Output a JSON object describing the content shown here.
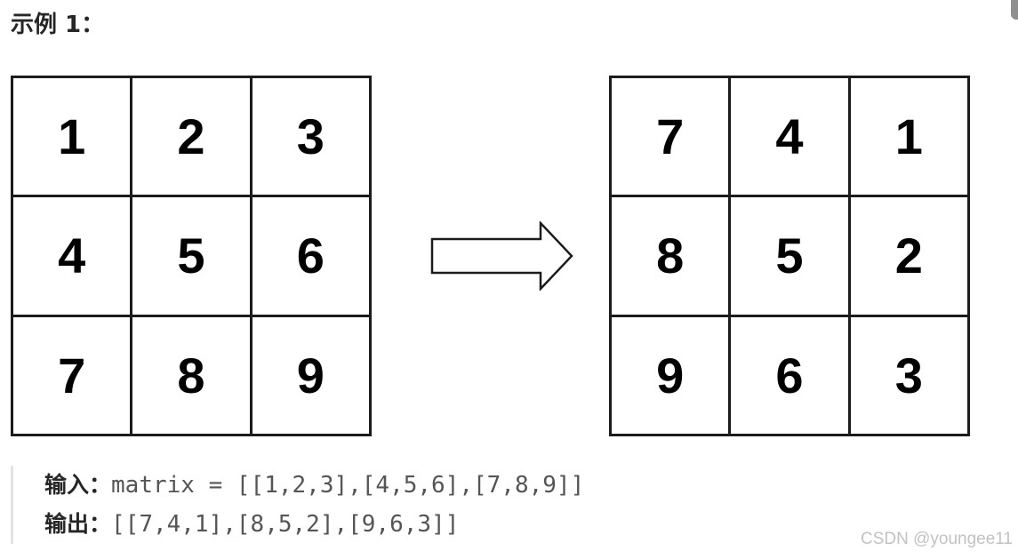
{
  "example": {
    "title": "示例 1："
  },
  "input_matrix": {
    "cells": [
      "1",
      "2",
      "3",
      "4",
      "5",
      "6",
      "7",
      "8",
      "9"
    ]
  },
  "output_matrix": {
    "cells": [
      "7",
      "4",
      "1",
      "8",
      "5",
      "2",
      "9",
      "6",
      "3"
    ]
  },
  "arrow": {
    "icon": "right-arrow-icon"
  },
  "code": {
    "input_label": "输入：",
    "input_value": "matrix = [[1,2,3],[4,5,6],[7,8,9]]",
    "output_label": "输出：",
    "output_value": "[[7,4,1],[8,5,2],[9,6,3]]"
  },
  "watermark": {
    "text": "CSDN @youngee11"
  },
  "colors": {
    "grid_line": "#1c1c1c",
    "code_text": "#555555",
    "quote_border": "#e3e3e3",
    "watermark": "#c2c2c2"
  }
}
